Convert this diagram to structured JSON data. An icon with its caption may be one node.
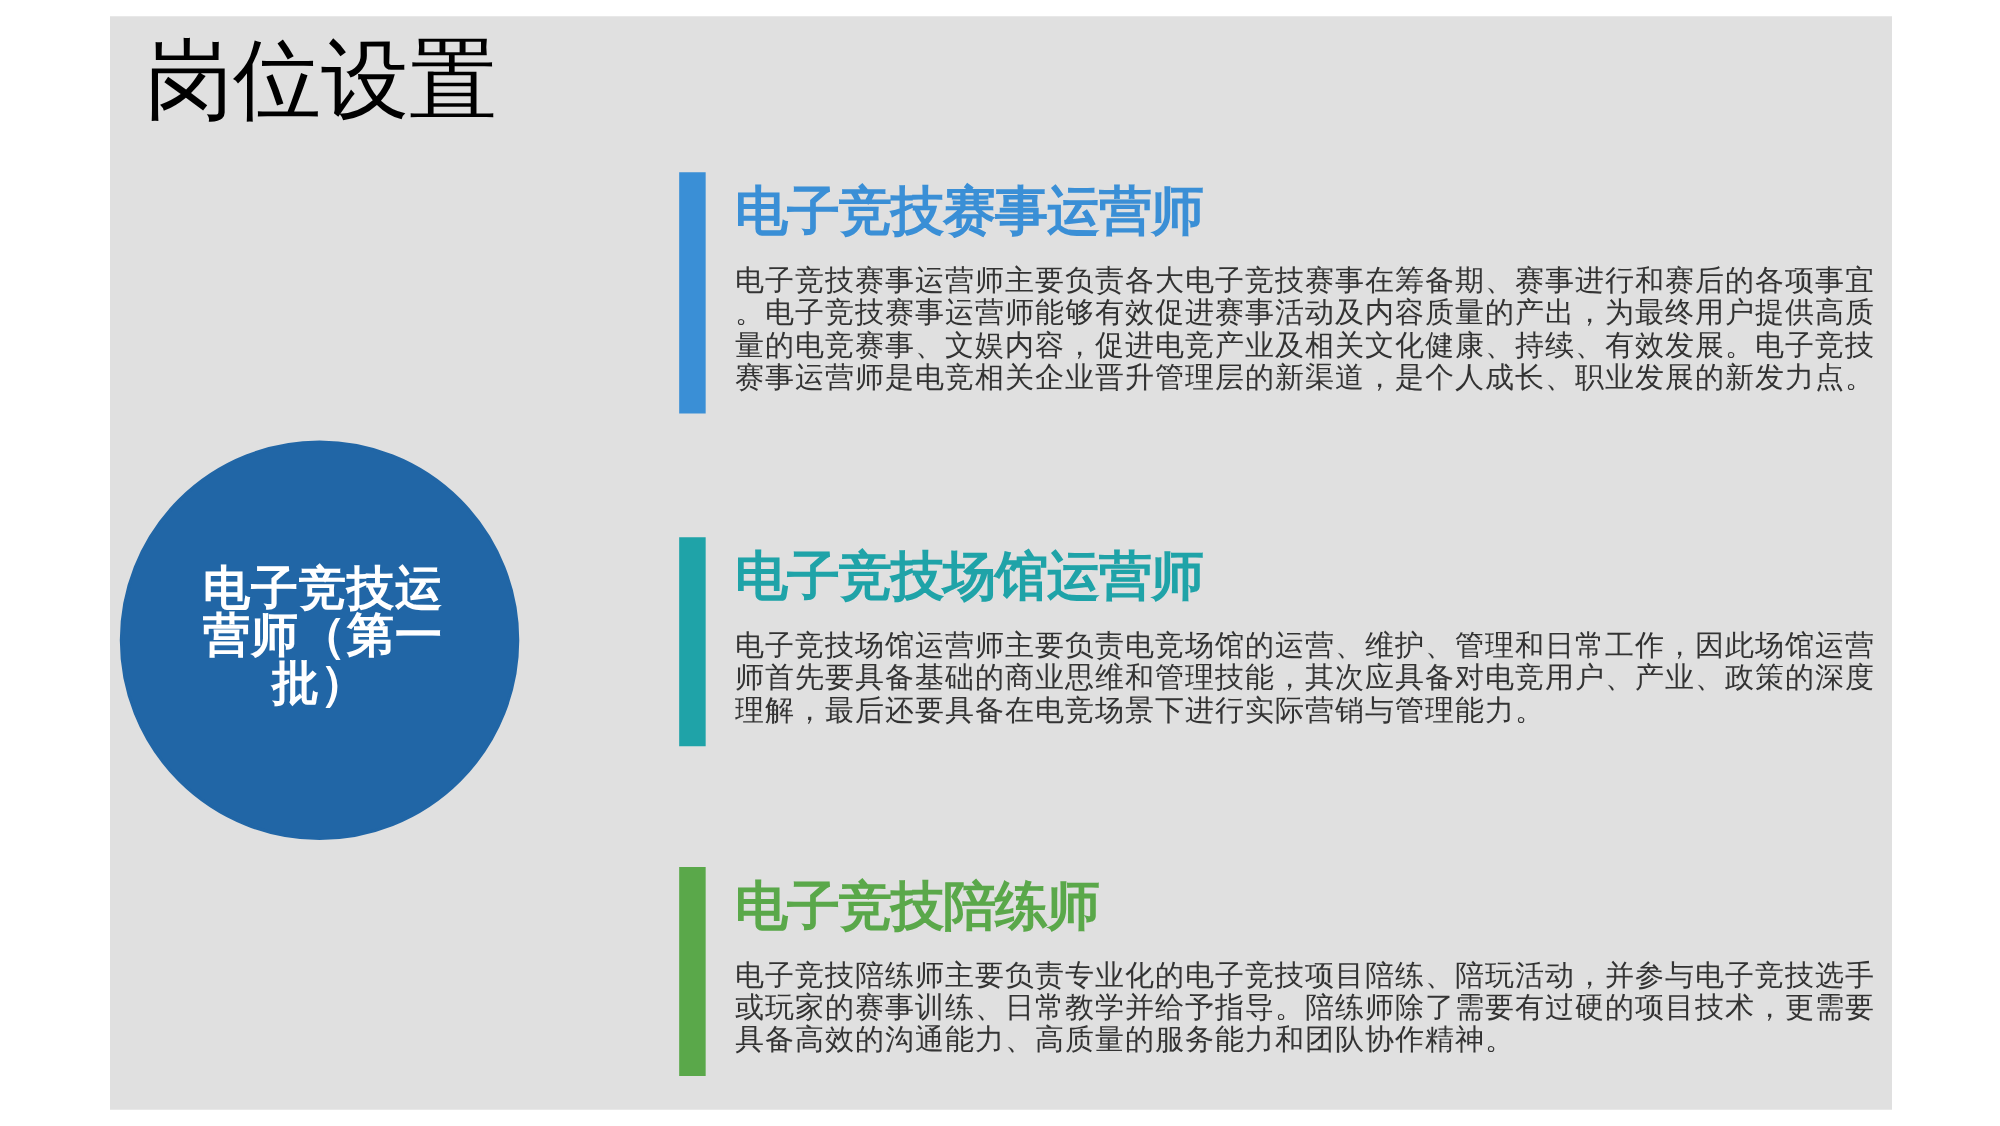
{
  "diagram": {
    "title": "岗位设置",
    "nodes": [
      {
        "text": [
          "电子竞技运营师（第一批）"
        ]
      },
      {
        "text": [
          "电子竞技赛事运营师",
          "电子竞技赛事运营师主要负责各大电子竞技赛事在筹备期、赛事进行和赛后的各项事宜。电子竞技赛事运营师能够有效促进赛事活动及内容质量的产出，为最终用户提供高质量的电竞赛事、文娱内容，促进电竞产业及相关文化健康、持续、有效发展。电子竞技赛事运营师是电竞相关企业晋升管理层的新渠道，是个人成长、职业发展的新发力点。"
        ]
      },
      {
        "text": [
          "电子竞技场馆运营师",
          "电子竞技场馆运营师主要负责电竞场馆的运营、维护、管理和日常工作，因此场馆运营师首先要具备基础的商业思维和管理技能，其次应具备对电竞用户、产业、政策的深度理解，最后还要具备在电竞场景下进行实际营销与管理能力。"
        ]
      },
      {
        "text": [
          "电子竞技陪练师",
          "电子竞技陪练师主要负责专业化的电子竞技项目陪练、陪玩活动，并参与电子竞技选手或玩家的赛事训练、日常教学并给予指导。陪练师除了需要有过硬的项目技术，更需要具备高效的沟通能力、高质量的服务能力和团队协作精神。"
        ]
      }
    ]
  }
}
